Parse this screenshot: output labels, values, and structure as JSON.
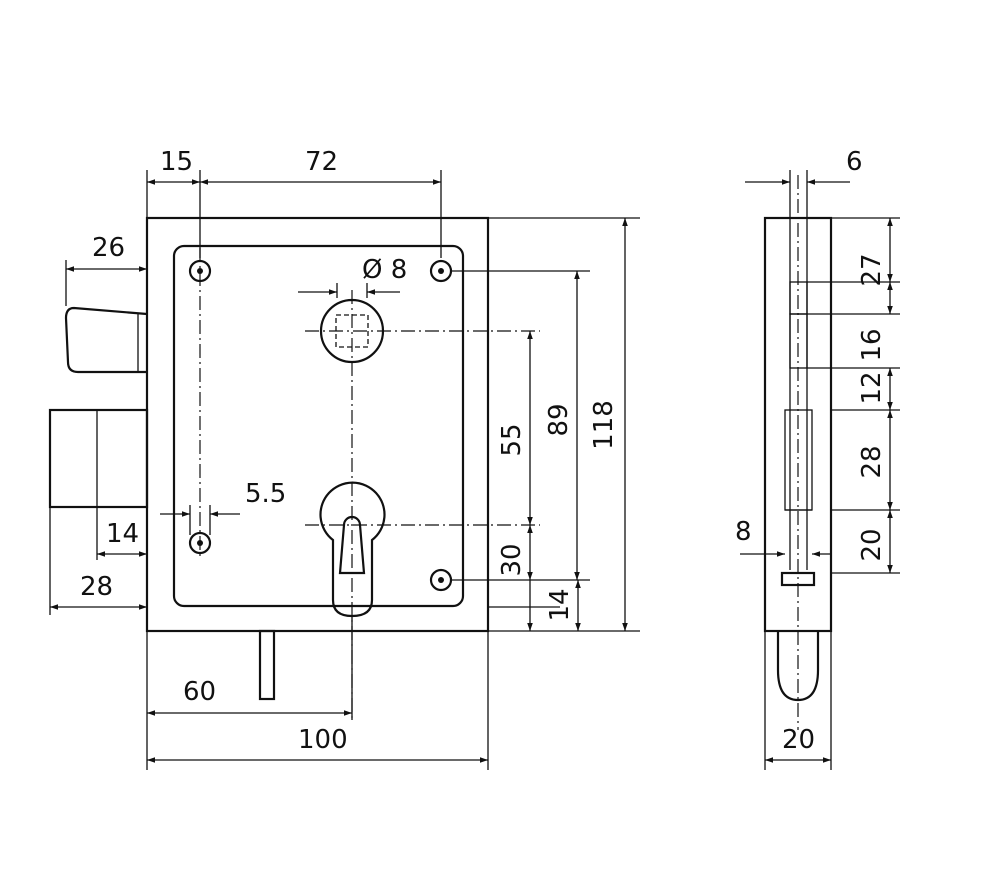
{
  "front_view": {
    "dimensions": {
      "top_offset": "15",
      "hole_spacing_top": "72",
      "bolt_length": "26",
      "spindle_diameter": "Ø 8",
      "screw_hole": "5.5",
      "latch_left": "14",
      "deadbolt_width": "28",
      "spindle_to_cylinder": "55",
      "hole_spacing_vertical": "89",
      "case_height": "118",
      "cylinder_to_hole": "30",
      "bottom_offset": "14",
      "backset": "60",
      "case_width": "100"
    }
  },
  "side_view": {
    "dimensions": {
      "forend_thickness": "6",
      "seg_27": "27",
      "seg_16": "16",
      "seg_12": "12",
      "seg_28": "28",
      "seg_20": "20",
      "side_8": "8",
      "bottom_width": "20"
    }
  }
}
